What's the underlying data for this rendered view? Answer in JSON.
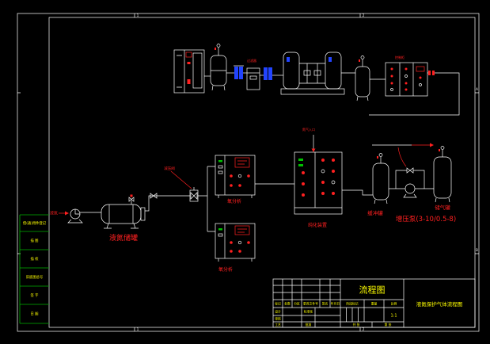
{
  "colors": {
    "background": "#000000",
    "line": "#ffffff",
    "label": "#ff2020",
    "title": "#ffff00",
    "filter": "#2244ff",
    "strip": "#00b000",
    "panel_green": "#00c000"
  },
  "frame": {
    "zones_top": [
      "1",
      "2"
    ],
    "zones_bottom": [
      "1",
      "2"
    ],
    "zones_right": [
      "A",
      "B"
    ]
  },
  "side_strip": [
    "借(通)用件登记",
    "描 图",
    "描 校",
    "旧底图总号",
    "签 字",
    "日 期"
  ],
  "labels": {
    "filter": "过滤器",
    "control_cabinet": "控制柜",
    "inlet": "液氮",
    "storage_tank": "液氮储罐",
    "reducer_valve": "减压阀",
    "analyzer_upper": "氧分析",
    "analyzer_lower": "氧分析",
    "nitrogen_inlet": "氮气入口",
    "purifier": "纯化装置",
    "buffer_tank": "缓冲罐",
    "booster_pump": "增压泵(3-10/0.5-8)",
    "gas_tank": "储气罐"
  },
  "title_block": {
    "title": "流程图",
    "drawing_name": "液氮保护气体流程图",
    "headers": [
      "标记",
      "处数",
      "分区",
      "更改文件号",
      "签名",
      "年月日"
    ],
    "design": "设计",
    "standardization": "标准化",
    "review": "审核",
    "process": "工艺",
    "approve": "批准",
    "stage": "阶段标记",
    "weight": "重量",
    "scale_label": "比例",
    "scale": "1:1",
    "sheets_total": "共 张",
    "sheet_no": "第 张"
  }
}
